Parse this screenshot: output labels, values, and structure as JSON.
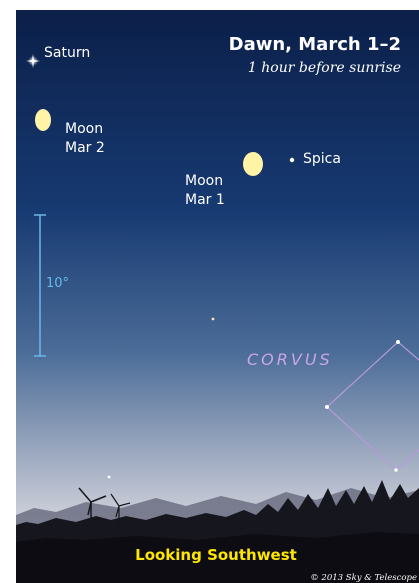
{
  "header": {
    "title": "Dawn, March 1–2",
    "subtitle": "1 hour before sunrise"
  },
  "objects": {
    "saturn": "Saturn",
    "moon_mar2_line1": "Moon",
    "moon_mar2_line2": "Mar 2",
    "moon_mar1_line1": "Moon",
    "moon_mar1_line2": "Mar 1",
    "spica": "Spica"
  },
  "scale_bar": {
    "label": "10°"
  },
  "constellation": {
    "name": "CORVUS"
  },
  "footer": {
    "direction": "Looking Southwest",
    "credit": "© 2013 Sky & Telescope"
  },
  "colors": {
    "sky_top": "#0b1f49",
    "sky_bottom": "#dcdbe0",
    "title": "#ffffff",
    "scale": "#6ab8e8",
    "constellation": "#c8a6e8",
    "direction": "#ffe600",
    "moon": "#fff3a8"
  }
}
